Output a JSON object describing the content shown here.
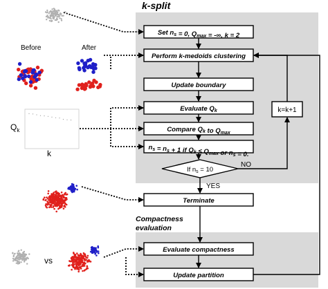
{
  "panels": {
    "ksplit_title": "k-split",
    "compactness_title_line1": "Compactness",
    "compactness_title_line2": "evaluation"
  },
  "steps": {
    "set": "Set n_s = 0, Q_max = -∞, k = 2",
    "kmedoids": "Perform k-medoids clustering",
    "boundary": "Update boundary",
    "evaluate_q": "Evaluate Q_k",
    "compare": "Compare Q_k to Q_max",
    "ns_update": "n_s = n_s + 1 if Q_k ≤ Q_max or n_s = 0.",
    "terminate": "Terminate",
    "eval_compactness": "Evaluate compactness",
    "update_partition": "Update partition"
  },
  "decision": {
    "label_prefix": "If n",
    "label_sub": "s",
    "label_suffix": " = 10",
    "no": "NO",
    "yes": "YES"
  },
  "loop": {
    "label": "k=k+1"
  },
  "illustrations": {
    "before": "Before",
    "after": "After",
    "q_axis": "Q",
    "q_axis_sub": "k",
    "k_axis": "k",
    "vs": "vs"
  },
  "colors": {
    "panel": "#d9d9d9",
    "red_cluster": "#e0201c",
    "blue_cluster": "#1f1fc8",
    "gray_cloud": "#b0b0b0"
  }
}
